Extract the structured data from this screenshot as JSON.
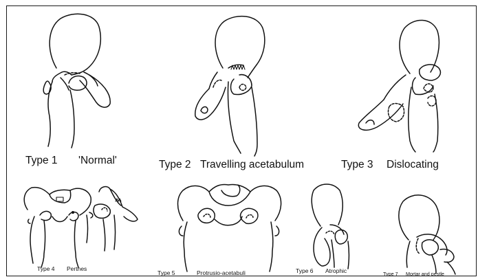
{
  "panels": [
    {
      "type_label": "Type 1",
      "name": "'Normal'"
    },
    {
      "type_label": "Type 2",
      "name": "Travelling acetabulum"
    },
    {
      "type_label": "Type 3",
      "name": "Dislocating"
    },
    {
      "type_label": "Type 4",
      "name": "Perthes"
    },
    {
      "type_label": "Type 5",
      "name": "Protrusio-acetabuli"
    },
    {
      "type_label": "Type 6",
      "name": "Atrophic"
    },
    {
      "type_label": "Type 7",
      "name": "Mortar and pestle"
    }
  ]
}
